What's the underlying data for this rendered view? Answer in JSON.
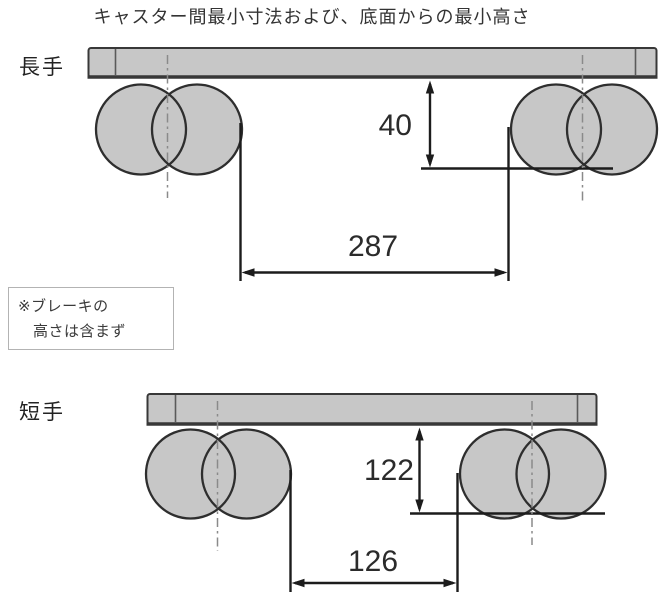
{
  "title": "キャスター間最小寸法および、底面からの最小高さ",
  "note": {
    "line1": "※ブレーキの",
    "line2": "高さは含まず"
  },
  "long_side": {
    "label": "長手",
    "height_value": "40",
    "width_value": "287"
  },
  "short_side": {
    "label": "短手",
    "height_value": "122",
    "width_value": "126"
  },
  "colors": {
    "shape_fill": "#c7c7c7",
    "shape_outline": "#383838",
    "dimension_line": "#1c1c1c",
    "centerline": "#8a8a8a",
    "note_border": "#b3b3b3"
  }
}
